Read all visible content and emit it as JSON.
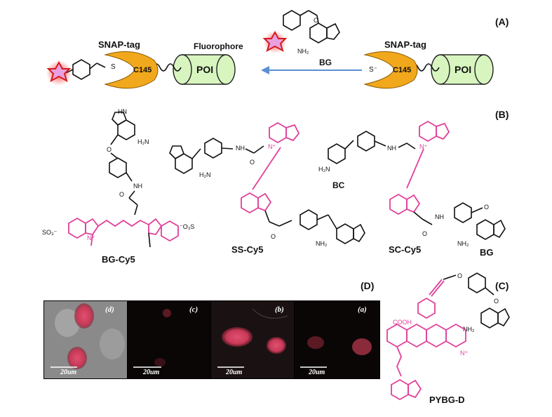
{
  "panel_labels": {
    "a": "(A)",
    "b": "(B)",
    "c": "(C)",
    "d": "(D)"
  },
  "panel_a": {
    "snap_tag_right": "SNAP-tag",
    "snap_tag_left": "SNAP-tag",
    "c145_right": "C145",
    "c145_left": "C145",
    "s_right": "S⁻",
    "s_left": "S",
    "poi_right": "POI",
    "poi_left": "POI",
    "bg": "BG",
    "fluorophore": "Fluorophore",
    "nh2": "NH₂"
  },
  "panel_b": {
    "bg_cy5": "BG-Cy5",
    "ss_cy5": "SS-Cy5",
    "sc_cy5": "SC-Cy5",
    "bc": "BC",
    "bg": "BG",
    "so3_left": "SO₃⁻",
    "so3_right": "⁻O₃S",
    "nh": "NH",
    "hn": "HN",
    "h2n": "H₂N",
    "nh2": "NH₂",
    "o": "O",
    "n_plus": "N⁺"
  },
  "panel_c": {
    "name": "PYBG-D",
    "cooh": "COOH",
    "n_plus": "N⁺",
    "nh2": "NH₂",
    "o": "O"
  },
  "panel_d": {
    "image_labels": [
      "(d)",
      "(c)",
      "(b)",
      "(a)"
    ],
    "scale_bar": "20um",
    "colors": {
      "fluorescence": "#d84a64",
      "dark": "#0a0606",
      "brightfield": "#8a8a8a"
    }
  },
  "colors": {
    "cy5_magenta": "#e0409a",
    "poi_green": "#d8f5c0",
    "snap_orange": "#f2a81c",
    "arrow_blue": "#5b8fd6",
    "star_magenta": "#e8a0e0",
    "star_red": "#ff2a2a"
  }
}
